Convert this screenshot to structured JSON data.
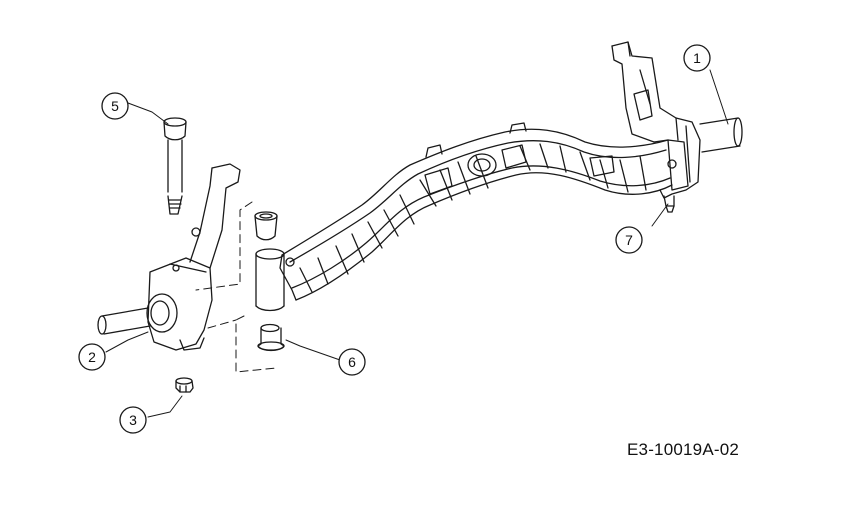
{
  "callouts": [
    {
      "number": "1",
      "part": "axle-tube"
    },
    {
      "number": "2",
      "part": "spindle-left"
    },
    {
      "number": "3",
      "part": "nut"
    },
    {
      "number": "5",
      "part": "bolt"
    },
    {
      "number": "6",
      "part": "bushing"
    },
    {
      "number": "7",
      "part": "grease-fitting"
    }
  ],
  "drawing_code": "E3-10019A-02"
}
